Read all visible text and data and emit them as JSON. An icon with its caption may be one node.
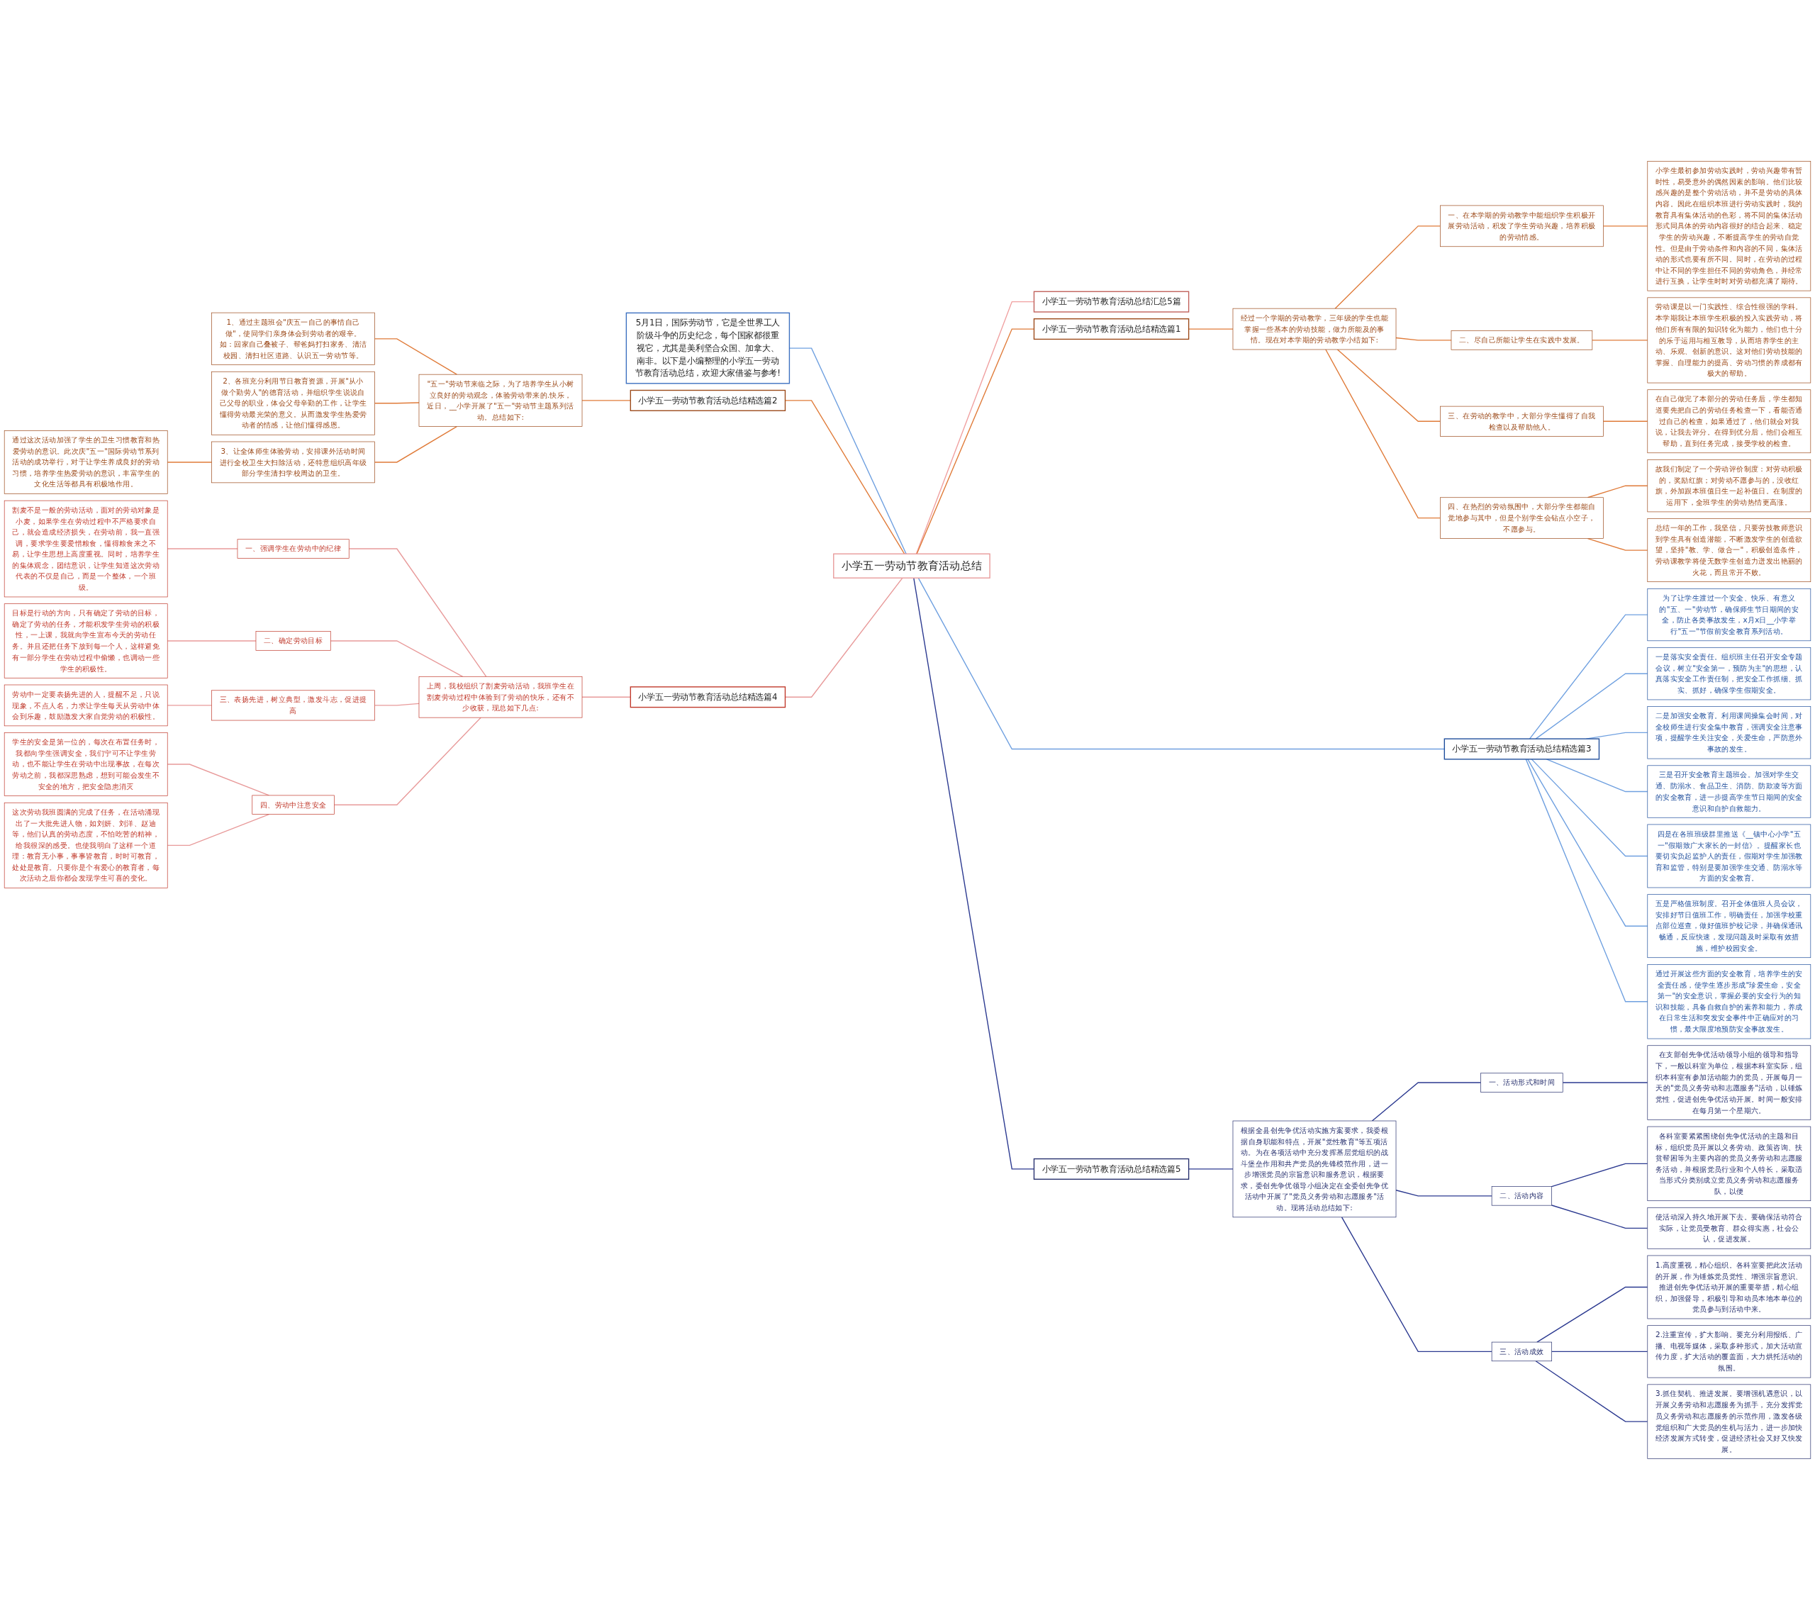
{
  "diagram": {
    "nodes": [
      {
        "text": [
          "小学五一劳动节教育活动总结"
        ]
      },
      {
        "text": [
          "小学五一劳动节教育活动总结汇总5篇"
        ]
      },
      {
        "text": [
          "小学五一劳动节教育活动总结精选篇1"
        ]
      },
      {
        "text": [
          "经过一个学期的劳动教学，三年级的学生也能掌握一些基本的劳动技能，做力所能及的事情。现在对本学期的劳动教学小结如下:"
        ]
      },
      {
        "text": [
          "一、在本学期的劳动教学中能组织学生积极开展劳动活动，积发了学生劳动兴趣，培养积极的劳动情感。"
        ]
      },
      {
        "text": [
          "小学生最初参加劳动实践时，劳动兴趣带有暂时性，易受意外的偶然因素的影响。他们比较感兴趣的是整个劳动活动，并不是劳动的具体内容。因此在组织本班进行劳动实践时，我的教育具有集体活动的色彩，将不同的集体活动形式同具体的劳动内容很好的结合起来、稳定学生的劳动兴趣，不断提高学生的劳动自觉性。但是由于劳动条件和内容的不同，集体活动的形式也要有所不同。同时，在劳动的过程中让不同的学生担任不同的劳动角色，并经常进行互换，让学生时时对劳动都充满了期待。"
        ]
      },
      {
        "text": [
          "二、尽自己所能让学生在实践中发展。"
        ]
      },
      {
        "text": [
          "劳动课是以一门实践性、综合性很强的学科。本学期我让本班学生积极的投入实践劳动，将他们所有有限的知识转化为能力，他们也十分的乐于运用与相互教导，从而培养学生的主动、乐观、创新的意识。这对他们劳动技能的掌握、自理能力的提高、劳动习惯的养成都有极大的帮助。"
        ]
      },
      {
        "text": [
          "三、在劳动的教学中，大部分学生懂得了自我检查以及帮助他人。"
        ]
      },
      {
        "text": [
          "在自己做完了本部分的劳动任务后，学生都知道要先把自己的劳动任务检查一下，看能否通过自己的检查，如果通过了，他们就会对我说，让我去评分。在得到优分后，他们会相互帮助，直到任务完成，接受学校的检查。"
        ]
      },
      {
        "text": [
          "四、在热烈的劳动氛围中，大部分学生都能自觉地参与其中，但是个别学生会钻点小空子，不愿参与。"
        ]
      },
      {
        "text": [
          "故我们制定了一个劳动评价制度：对劳动积极的，奖励红旗；对劳动不愿参与的，没收红旗，外加跟本班值日生一起补值日。在制度的运用下，全班学生的劳动热情更高涨。"
        ]
      },
      {
        "text": [
          "总结一年的工作，我坚信，只要劳技教师意识到学生具有创造潜能，不断激发学生的创造欲望，坚持\"教、学、做合一\"，积极创造条件，劳动课教学将使无数学生创造力迸发出艳丽的火花，而且常开不败。"
        ]
      },
      {
        "text": [
          "小学五一劳动节教育活动总结精选篇3"
        ]
      },
      {
        "text": [
          "为了让学生渡过一个安全、快乐、有意义的\"五、一\"劳动节，确保师生节日期间的安全，防止各类事故发生，x月x日__小学举行\"五一\"节假前安全教育系列活动。"
        ]
      },
      {
        "text": [
          "一是落实安全责任。组织班主任召开安全专题会议，树立\"安全第一，预防为主\"的思想，认真落实安全工作责任制，把安全工作抓细、抓实、抓好，确保学生假期安全。"
        ]
      },
      {
        "text": [
          "二是加强安全教育。利用课间操集会时间，对全校师生进行安全集中教育，强调安全注意事项，提醒学生关注安全，关爱生命，严防意外事故的发生。"
        ]
      },
      {
        "text": [
          "三是召开安全教育主题班会。加强对学生交通、防溺水、食品卫生、消防、防欺凌等方面的安全教育，进一步提高学生节日期间的安全意识和自护自救能力。"
        ]
      },
      {
        "text": [
          "四是在各班班级群里推送《__镇中心小学\"五一\"假期致广大家长的一封信》。提醒家长也要切实负起监护人的责任，假期对学生加强教育和监管，特别是要加强学生交通、防溺水等方面的安全教育。"
        ]
      },
      {
        "text": [
          "五是严格值班制度。召开全体值班人员会议，安排好节日值班工作，明确责任，加强学校重点部位巡查，做好值班护校记录，并确保通讯畅通，反应快速，发现问题及时采取有效措施，维护校园安全。"
        ]
      },
      {
        "text": [
          "通过开展这些方面的安全教育，培养学生的安全责任感，使学生逐步形成\"珍爱生命，安全第一\"的安全意识，掌握必要的安全行为的知识和技能，具备自救自护的素养和能力，养成在日常生活和突发安全事件中正确应对的习惯，最大限度地预防安全事故发生。"
        ]
      },
      {
        "text": [
          "小学五一劳动节教育活动总结精选篇5"
        ]
      },
      {
        "text": [
          "根据全县创先争优活动实施方案要求，我委根据自身职能和特点，开展\"党性教育\"等五项活动。为在各项活动中充分发挥基层党组织的战斗堡垒作用和共产党员的先锋模范作用，进一步增强党员的宗旨意识和服务意识，根据要求，委创先争优领导小组决定在全委创先争优活动中开展了\"党员义务劳动和志愿服务\"活动。现将活动总结如下:"
        ]
      },
      {
        "text": [
          "一、活动形式和时间"
        ]
      },
      {
        "text": [
          "在支部创先争优活动领导小组的领导和指导下，一般以科室为单位，根据本科室实际，组织本科室有参加活动能力的党员，开展每月一天的\"党员义务劳动和志愿服务\"活动，以锤炼党性，促进创先争优活动开展。时间一般安排在每月第一个星期六。"
        ]
      },
      {
        "text": [
          "二、活动内容"
        ]
      },
      {
        "text": [
          "各科室要紧紧围绕创先争优活动的主题和目标，组织党员开展以义务劳动、政策咨询、扶贫帮困等为主要内容的党员义务劳动和志愿服务活动，并根据党员行业和个人特长，采取适当形式分类别成立党员义务劳动和志愿服务队，以便"
        ]
      },
      {
        "text": [
          "使活动深入持久地开展下去。要确保活动符合实际，让党员受教育、群众得实惠，社会公认，促进发展。"
        ]
      },
      {
        "text": [
          "三、活动成效"
        ]
      },
      {
        "text": [
          "1.高度重视，精心组织。各科室要把此次活动的开展，作为锤炼党员党性、增强宗旨意识、推进创先争优活动开展的重要举措，精心组织，加强督导，积极引导和动员本地本单位的党员参与到活动中来。"
        ]
      },
      {
        "text": [
          "2.注重宣传，扩大影响。要充分利用报纸、广播、电视等媒体，采取多种形式，加大活动宣传力度，扩大活动的覆盖面，大力烘托活动的氛围。"
        ]
      },
      {
        "text": [
          "3.抓住契机、推进发展。要增强机遇意识，以开展义务劳动和志愿服务为抓手，充分发挥党员义务劳动和志愿服务的示范作用，激发各级党组织和广大党员的生机与活力，进一步加快经济发展方式转变，促进经济社会又好又快发展。"
        ]
      },
      {
        "text": [
          "5月1日，国际劳动节，它是全世界工人阶级斗争的历史纪念，每个国家都很重视它，尤其是美利坚合众国、加拿大、南非。以下是小编整理的小学五一劳动节教育活动总结，欢迎大家借鉴与参考!"
        ]
      },
      {
        "text": [
          "小学五一劳动节教育活动总结精选篇2"
        ]
      },
      {
        "text": [
          "\"五一\"劳动节来临之际，为了培养学生从小树立良好的劳动观念，体验劳动带来的.快乐，近日，__小学开展了\"五一\"劳动节主题系列活动。总结如下:"
        ]
      },
      {
        "text": [
          "1、通过主题班会\"庆五一自己的事情自己做\"，使同学们亲身体会到劳动者的艰辛。如：回家自己叠被子、帮爸妈打扫家务、清洁校园、清扫社区道路、认识五一劳动节等。"
        ]
      },
      {
        "text": [
          "2、各班充分利用节日教育资源，开展\"从小做个勤劳人\"的德育活动，并组织学生说说自己父母的职业，体会父母辛勤的工作，让学生懂得劳动最光荣的意义。从而激发学生热爱劳动者的情感，让他们懂得感恩。"
        ]
      },
      {
        "text": [
          "3、让全体师生体验劳动，安排课外活动时间进行全校卫生大扫除活动，还特意组织高年级部分学生清扫学校周边的卫生。"
        ]
      },
      {
        "text": [
          "通过这次活动加强了学生的卫生习惯教育和热爱劳动的意识。此次庆\"五一\"国际劳动节系列活动的成功举行，对于让学生养成良好的劳动习惯，培养学生热爱劳动的意识，丰富学生的文化生活等都具有积极地作用。"
        ]
      },
      {
        "text": [
          "小学五一劳动节教育活动总结精选篇4"
        ]
      },
      {
        "text": [
          "上周，我校组织了割麦劳动活动，我班学生在割麦劳动过程中体验到了劳动的快乐，还有不少收获，现总如下几点:"
        ]
      },
      {
        "text": [
          "一、强调学生在劳动中的纪律"
        ]
      },
      {
        "text": [
          "割麦不是一般的劳动活动，面对的劳动对象是小麦，如果学生在劳动过程中不严格要求自己，就会造成经济损失，在劳动前，我一直强调，要求学生要爱惜粮食，懂得粮食来之不易，让学生思想上高度重视。同时，培养学生的集体观念，团结意识，让学生知道这次劳动代表的不仅是自己，而是一个整体，一个班级。"
        ]
      },
      {
        "text": [
          "二、确定劳动目标"
        ]
      },
      {
        "text": [
          "目标是行动的方向，只有确定了劳动的目标，确定了劳动的任务，才能积发学生劳动的积极性，一上课，我就向学生宣布今天的劳动任务。并且还把任务下放到每一个人，这样避免有一部分学生在劳动过程中偷懒，也调动一些学生的积极性。"
        ]
      },
      {
        "text": [
          "三、表扬先进，树立典型，激发斗志，促进提高"
        ]
      },
      {
        "text": [
          "劳动中一定要表扬先进的人，提醒不足，只说现象，不点人名，力求让学生每天从劳动中体会到乐趣，鼓励激发大家自觉劳动的积极性。"
        ]
      },
      {
        "text": [
          "四、劳动中注意安全"
        ]
      },
      {
        "text": [
          "学生的安全是第一位的，每次在布置任务时，我都向学生强调安全，我们宁可不让学生劳动，也不能让学生在劳动中出现事故，在每次劳动之前，我都深思熟虑，想到可能会发生不安全的地方，把安全隐患消灭"
        ]
      },
      {
        "text": [
          "这次劳动我班圆满的完成了任务，在活动涌现出了一大批先进人物，如刘妍、刘洋、赵迪等，他们认真的劳动态度，不怕吃苦的精神，给我很深的感受。也使我明白了这样一个道理：教育无小事，事事皆教育，时时可教育，处处是教育。只要你是个有爱心的教育者，每次活动之后你都会发现学生可喜的变化。"
        ]
      }
    ],
    "edges": [
      {
        "from": 0,
        "to": 1,
        "arrow": "none",
        "color": "#f0a0a0"
      },
      {
        "from": 0,
        "to": 2,
        "arrow": "none",
        "color": "#e07b39"
      },
      {
        "from": 2,
        "to": 3,
        "arrow": "none",
        "color": "#e07b39"
      },
      {
        "from": 3,
        "to": 4,
        "arrow": "none",
        "color": "#e07b39"
      },
      {
        "from": 4,
        "to": 5,
        "arrow": "none",
        "color": "#e07b39"
      },
      {
        "from": 3,
        "to": 6,
        "arrow": "none",
        "color": "#e07b39"
      },
      {
        "from": 6,
        "to": 7,
        "arrow": "none",
        "color": "#e07b39"
      },
      {
        "from": 3,
        "to": 8,
        "arrow": "none",
        "color": "#e07b39"
      },
      {
        "from": 8,
        "to": 9,
        "arrow": "none",
        "color": "#e07b39"
      },
      {
        "from": 3,
        "to": 10,
        "arrow": "none",
        "color": "#e07b39"
      },
      {
        "from": 10,
        "to": 11,
        "arrow": "none",
        "color": "#e07b39"
      },
      {
        "from": 10,
        "to": 12,
        "arrow": "none",
        "color": "#e07b39"
      },
      {
        "from": 0,
        "to": 13,
        "arrow": "none",
        "color": "#6fa0e0"
      },
      {
        "from": 13,
        "to": 14,
        "arrow": "none",
        "color": "#6fa0e0"
      },
      {
        "from": 13,
        "to": 15,
        "arrow": "none",
        "color": "#6fa0e0"
      },
      {
        "from": 13,
        "to": 16,
        "arrow": "none",
        "color": "#6fa0e0"
      },
      {
        "from": 13,
        "to": 17,
        "arrow": "none",
        "color": "#6fa0e0"
      },
      {
        "from": 13,
        "to": 18,
        "arrow": "none",
        "color": "#6fa0e0"
      },
      {
        "from": 13,
        "to": 19,
        "arrow": "none",
        "color": "#6fa0e0"
      },
      {
        "from": 13,
        "to": 20,
        "arrow": "none",
        "color": "#6fa0e0"
      },
      {
        "from": 0,
        "to": 21,
        "arrow": "none",
        "color": "#2b3990"
      },
      {
        "from": 21,
        "to": 22,
        "arrow": "none",
        "color": "#2b3990"
      },
      {
        "from": 22,
        "to": 23,
        "arrow": "none",
        "color": "#2b3990"
      },
      {
        "from": 23,
        "to": 24,
        "arrow": "none",
        "color": "#2b3990"
      },
      {
        "from": 22,
        "to": 25,
        "arrow": "none",
        "color": "#2b3990"
      },
      {
        "from": 25,
        "to": 26,
        "arrow": "none",
        "color": "#2b3990"
      },
      {
        "from": 25,
        "to": 27,
        "arrow": "none",
        "color": "#2b3990"
      },
      {
        "from": 22,
        "to": 28,
        "arrow": "none",
        "color": "#2b3990"
      },
      {
        "from": 28,
        "to": 29,
        "arrow": "none",
        "color": "#2b3990"
      },
      {
        "from": 28,
        "to": 30,
        "arrow": "none",
        "color": "#2b3990"
      },
      {
        "from": 28,
        "to": 31,
        "arrow": "none",
        "color": "#2b3990"
      },
      {
        "from": 0,
        "to": 32,
        "arrow": "none",
        "color": "#6fa0e0"
      },
      {
        "from": 0,
        "to": 33,
        "arrow": "none",
        "color": "#e07b39"
      },
      {
        "from": 33,
        "to": 34,
        "arrow": "none",
        "color": "#e07b39"
      },
      {
        "from": 34,
        "to": 35,
        "arrow": "none",
        "color": "#e07b39"
      },
      {
        "from": 34,
        "to": 36,
        "arrow": "none",
        "color": "#e07b39"
      },
      {
        "from": 34,
        "to": 37,
        "arrow": "none",
        "color": "#e07b39"
      },
      {
        "from": 37,
        "to": 38,
        "arrow": "none",
        "color": "#e07b39"
      },
      {
        "from": 0,
        "to": 39,
        "arrow": "none",
        "color": "#e89a9a"
      },
      {
        "from": 39,
        "to": 40,
        "arrow": "none",
        "color": "#e89a9a"
      },
      {
        "from": 40,
        "to": 41,
        "arrow": "none",
        "color": "#e89a9a"
      },
      {
        "from": 41,
        "to": 42,
        "arrow": "none",
        "color": "#e89a9a"
      },
      {
        "from": 40,
        "to": 43,
        "arrow": "none",
        "color": "#e89a9a"
      },
      {
        "from": 43,
        "to": 44,
        "arrow": "none",
        "color": "#e89a9a"
      },
      {
        "from": 40,
        "to": 45,
        "arrow": "none",
        "color": "#e89a9a"
      },
      {
        "from": 45,
        "to": 46,
        "arrow": "none",
        "color": "#e89a9a"
      },
      {
        "from": 40,
        "to": 47,
        "arrow": "none",
        "color": "#e89a9a"
      },
      {
        "from": 47,
        "to": 48,
        "arrow": "none",
        "color": "#e89a9a"
      },
      {
        "from": 47,
        "to": 49,
        "arrow": "none",
        "color": "#e89a9a"
      }
    ]
  }
}
